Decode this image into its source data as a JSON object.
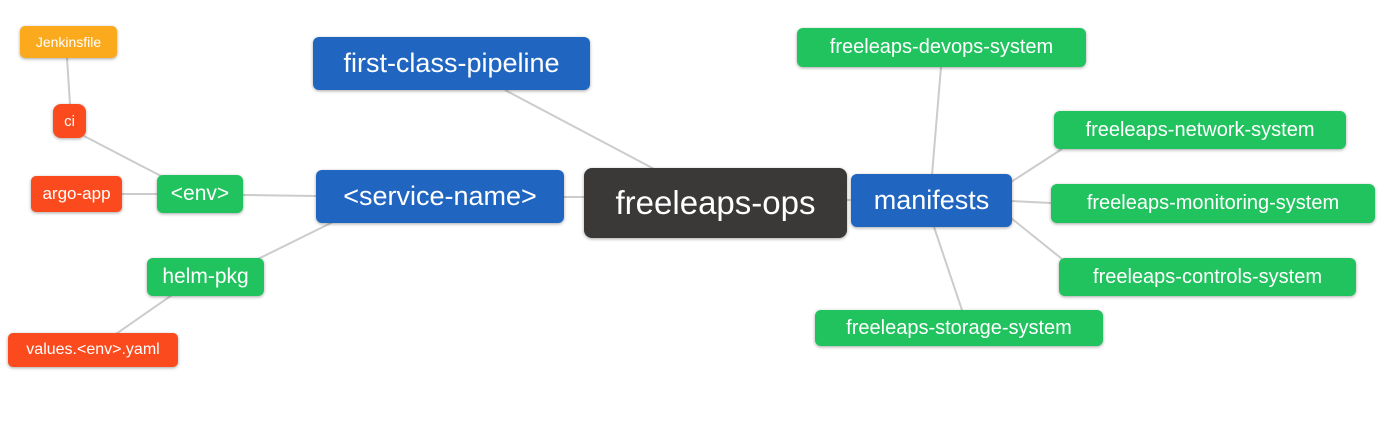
{
  "diagram": {
    "type": "mindmap",
    "root": "freeleaps-ops",
    "background": "#ffffff",
    "edge_color": "#cccccc"
  },
  "colors": {
    "blue": "#2066c1",
    "green": "#21c35e",
    "red": "#fb4a1d",
    "amber": "#fbaa1e",
    "dark": "#3b3838",
    "text": "#ffffff"
  },
  "nodes": {
    "freeleaps_ops": {
      "label": "freeleaps-ops",
      "parent": null,
      "color": "#3b3838"
    },
    "first_class_pipeline": {
      "label": "first-class-pipeline",
      "parent": "freeleaps-ops",
      "color": "#2066c1"
    },
    "service_name": {
      "label": "<service-name>",
      "parent": "freeleaps-ops",
      "color": "#2066c1"
    },
    "manifests": {
      "label": "manifests",
      "parent": "freeleaps-ops",
      "color": "#2066c1"
    },
    "env": {
      "label": "<env>",
      "parent": "<service-name>",
      "color": "#21c35e"
    },
    "helm_pkg": {
      "label": "helm-pkg",
      "parent": "<service-name>",
      "color": "#21c35e"
    },
    "ci": {
      "label": "ci",
      "parent": "<env>",
      "color": "#fb4a1d"
    },
    "argo_app": {
      "label": "argo-app",
      "parent": "<env>",
      "color": "#fb4a1d"
    },
    "jenkinsfile": {
      "label": "Jenkinsfile",
      "parent": "ci",
      "color": "#fbaa1e"
    },
    "values_env_yaml": {
      "label": "values.<env>.yaml",
      "parent": "helm-pkg",
      "color": "#fb4a1d"
    },
    "devops_system": {
      "label": "freeleaps-devops-system",
      "parent": "manifests",
      "color": "#21c35e"
    },
    "network_system": {
      "label": "freeleaps-network-system",
      "parent": "manifests",
      "color": "#21c35e"
    },
    "monitoring_system": {
      "label": "freeleaps-monitoring-system",
      "parent": "manifests",
      "color": "#21c35e"
    },
    "controls_system": {
      "label": "freeleaps-controls-system",
      "parent": "manifests",
      "color": "#21c35e"
    },
    "storage_system": {
      "label": "freeleaps-storage-system",
      "parent": "manifests",
      "color": "#21c35e"
    }
  }
}
